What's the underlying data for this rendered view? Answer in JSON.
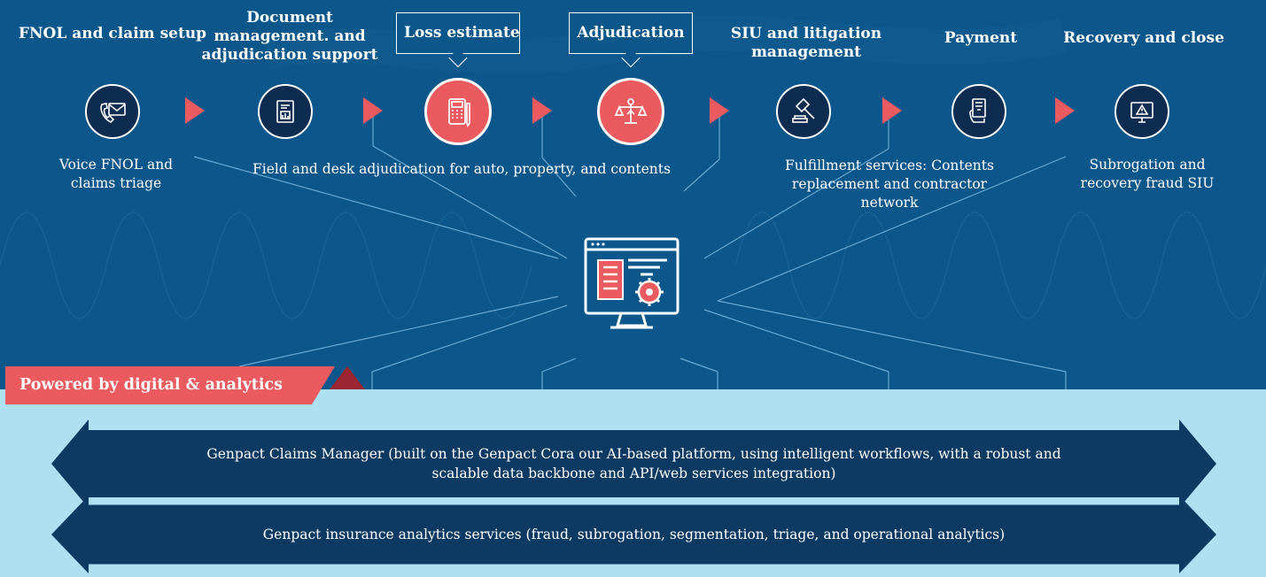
{
  "stages": [
    {
      "title": "FNOL and claim setup",
      "icon": "phone-envelope-icon"
    },
    {
      "title": "Document management. and adjudication support",
      "icon": "document-chart-icon"
    },
    {
      "title": "Loss estimate",
      "icon": "calculator-icon"
    },
    {
      "title": "Adjudication",
      "icon": "scales-icon"
    },
    {
      "title": "SIU and litigation management",
      "icon": "gavel-icon"
    },
    {
      "title": "Payment",
      "icon": "card-payment-icon"
    },
    {
      "title": "Recovery and close",
      "icon": "monitor-warning-icon"
    }
  ],
  "descriptions": {
    "voice": "Voice FNOL and claims triage",
    "field": "Field and desk adjudication for auto, property, and contents",
    "fulfillment": "Fulfillment services: Contents replacement and contractor network",
    "subrogation": "Subrogation and recovery fraud SIU"
  },
  "center_icon": "platform-monitor-gear-icon",
  "powered_label": "Powered by digital & analytics",
  "bands": [
    "Genpact Claims Manager (built on the Genpact Cora our AI-based platform, using intelligent workflows, with a robust and scalable data backbone and API/web services integration)",
    "Genpact insurance analytics services (fraud, subrogation, segmentation, triage, and operational analytics)"
  ],
  "colors": {
    "background_top": "#0b568a",
    "background_bottom": "#ade0f0",
    "accent": "#ea5a5f",
    "dark_navy": "#0d2c50",
    "band": "#0d3a63"
  }
}
